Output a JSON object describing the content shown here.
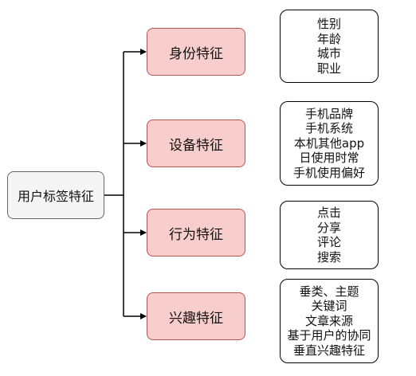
{
  "root": {
    "label": "用户标签特征"
  },
  "categories": [
    {
      "label": "身份特征",
      "items": [
        "性别",
        "年龄",
        "城市",
        "职业"
      ]
    },
    {
      "label": "设备特征",
      "items": [
        "手机品牌",
        "手机系统",
        "本机其他app",
        "日使用时常",
        "手机使用偏好"
      ]
    },
    {
      "label": "行为特征",
      "items": [
        "点击",
        "分享",
        "评论",
        "搜索"
      ]
    },
    {
      "label": "兴趣特征",
      "items": [
        "垂类、主题",
        "关键词",
        "文章来源",
        "基于用户的协同",
        "垂直兴趣特征"
      ]
    }
  ]
}
